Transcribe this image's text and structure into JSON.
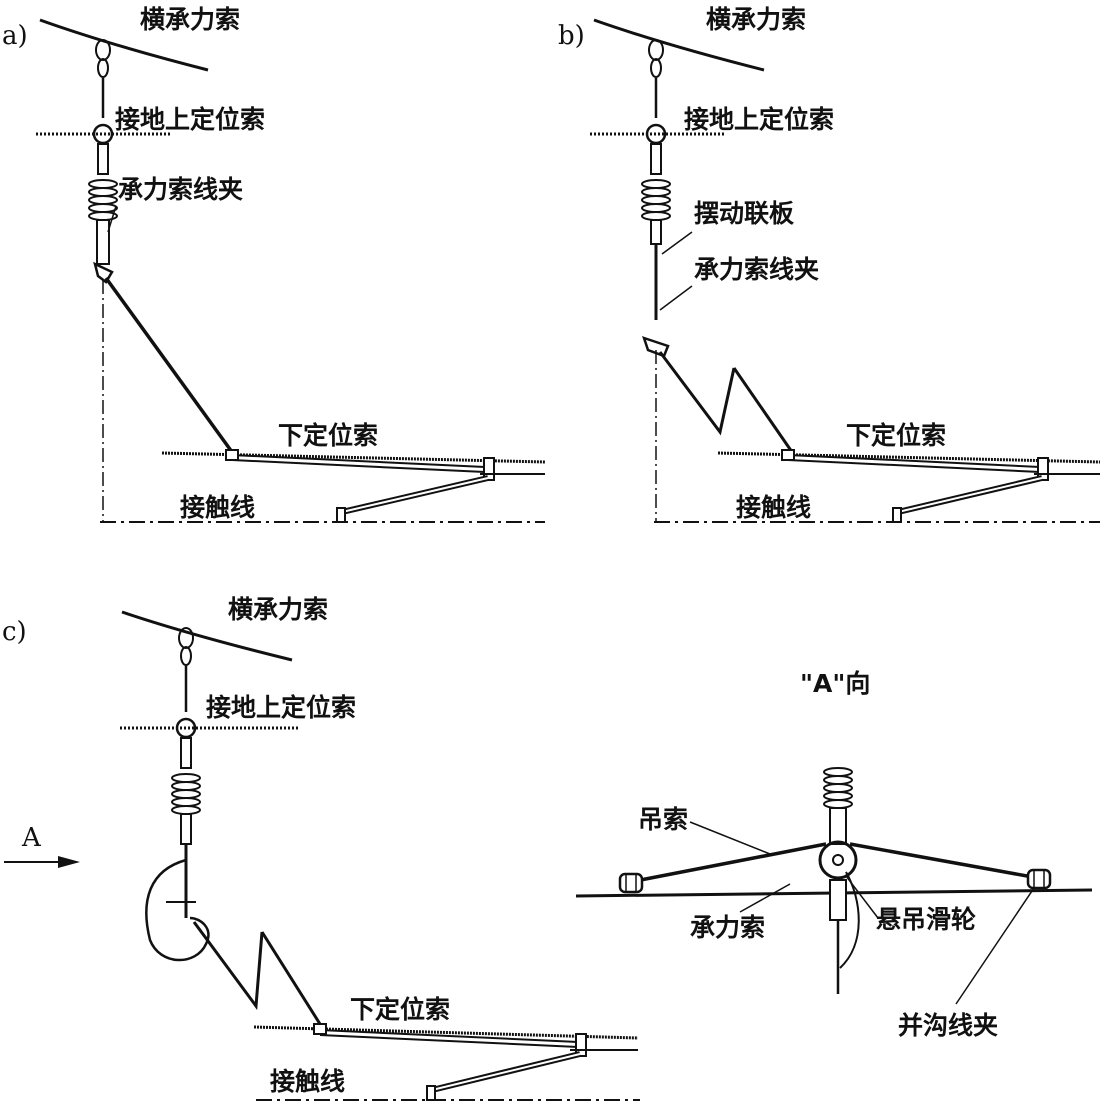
{
  "panels": [
    {
      "id": "a",
      "letter": "a)",
      "labels": {
        "cross_span": "横承力索",
        "upper_steady_span": "接地上定位索",
        "messenger_clamp": "承力索线夹",
        "lower_steady_span": "下定位索",
        "contact_wire": "接触线"
      }
    },
    {
      "id": "b",
      "letter": "b)",
      "labels": {
        "cross_span": "横承力索",
        "upper_steady_span": "接地上定位索",
        "swing_link": "摆动联板",
        "messenger_clamp": "承力索线夹",
        "lower_steady_span": "下定位索",
        "contact_wire": "接触线"
      }
    },
    {
      "id": "c",
      "letter": "c)",
      "labels": {
        "cross_span": "横承力索",
        "upper_steady_span": "接地上定位索",
        "lower_steady_span": "下定位索",
        "contact_wire": "接触线",
        "view_arrow": "A"
      }
    }
  ],
  "view_a": {
    "title": "\"A\"向",
    "labels": {
      "hanger_rope": "吊索",
      "messenger": "承力索",
      "pulley": "悬吊滑轮",
      "parallel_groove_clamp": "并沟线夹"
    }
  }
}
